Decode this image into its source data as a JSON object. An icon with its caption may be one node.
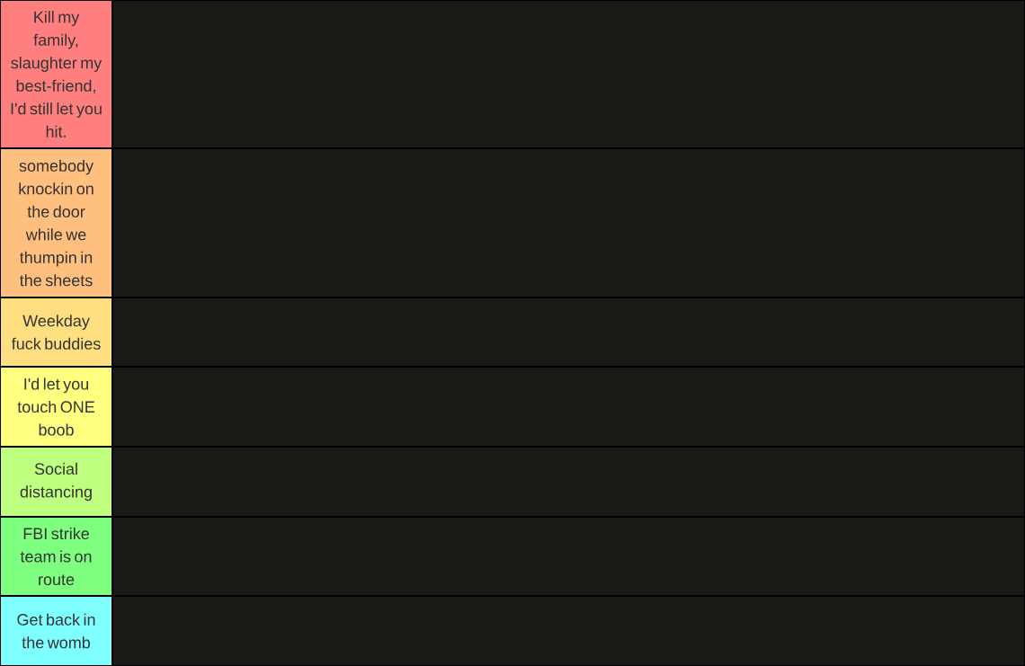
{
  "diagram": {
    "nodes": [
      {
        "text": [
          "Kill my family, slaughter my best-friend, I'd still let you hit."
        ]
      },
      {
        "text": [
          "somebody knockin on the door while we thumpin in the sheets"
        ]
      },
      {
        "text": [
          "Weekday fuck buddies"
        ]
      },
      {
        "text": [
          "I'd let you touch ONE boob"
        ]
      },
      {
        "text": [
          "Social distancing"
        ]
      },
      {
        "text": [
          "FBI strike team is on route"
        ]
      },
      {
        "text": [
          "Get back in the womb"
        ]
      }
    ]
  }
}
